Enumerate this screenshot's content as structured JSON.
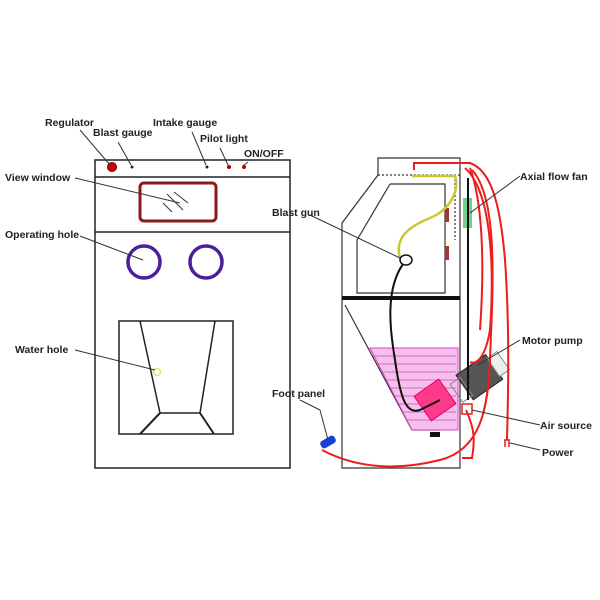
{
  "labels": {
    "regulator": "Regulator",
    "blast_gauge": "Blast gauge",
    "intake_gauge": "Intake gauge",
    "pilot_light": "Pilot light",
    "on_off": "ON/OFF",
    "view_window": "View window",
    "operating_hole": "Operating hole",
    "water_hole": "Water hole",
    "blast_gun": "Blast gun",
    "axial_flow_fan": "Axial flow fan",
    "motor_pump": "Motor pump",
    "foot_panel": "Foot panel",
    "air_source": "Air source",
    "power": "Power"
  },
  "colors": {
    "outline": "#222222",
    "window": "#8b1a1a",
    "holes": "#4b1f9a",
    "hose_red": "#ee1c1c",
    "hose_yellow": "#c8c832",
    "liquid": "#e040c8",
    "fan": "#6fcf8f",
    "pedal": "#1a3fd6"
  }
}
